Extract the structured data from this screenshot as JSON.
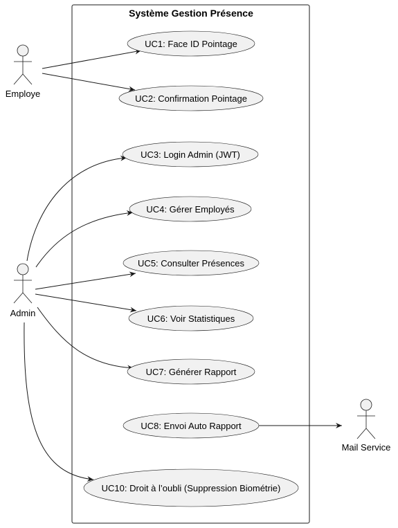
{
  "system": {
    "title": "Système Gestion Présence"
  },
  "actors": [
    {
      "id": "employe",
      "label": "Employe"
    },
    {
      "id": "admin",
      "label": "Admin"
    },
    {
      "id": "mail",
      "label": "Mail Service"
    }
  ],
  "use_cases": [
    {
      "id": "uc1",
      "label": "UC1: Face ID Pointage"
    },
    {
      "id": "uc2",
      "label": "UC2: Confirmation Pointage"
    },
    {
      "id": "uc3",
      "label": "UC3: Login Admin (JWT)"
    },
    {
      "id": "uc4",
      "label": "UC4: Gérer Employés"
    },
    {
      "id": "uc5",
      "label": "UC5: Consulter Présences"
    },
    {
      "id": "uc6",
      "label": "UC6: Voir Statistiques"
    },
    {
      "id": "uc7",
      "label": "UC7: Générer Rapport"
    },
    {
      "id": "uc8",
      "label": "UC8: Envoi Auto Rapport"
    },
    {
      "id": "uc10",
      "label": "UC10: Droit à l’oubli (Suppression Biométrie)"
    }
  ],
  "relations": [
    {
      "from": "employe",
      "to": "uc1"
    },
    {
      "from": "employe",
      "to": "uc2"
    },
    {
      "from": "admin",
      "to": "uc3"
    },
    {
      "from": "admin",
      "to": "uc4"
    },
    {
      "from": "admin",
      "to": "uc5"
    },
    {
      "from": "admin",
      "to": "uc6"
    },
    {
      "from": "admin",
      "to": "uc7"
    },
    {
      "from": "admin",
      "to": "uc10"
    },
    {
      "from": "uc8",
      "to": "mail"
    }
  ]
}
